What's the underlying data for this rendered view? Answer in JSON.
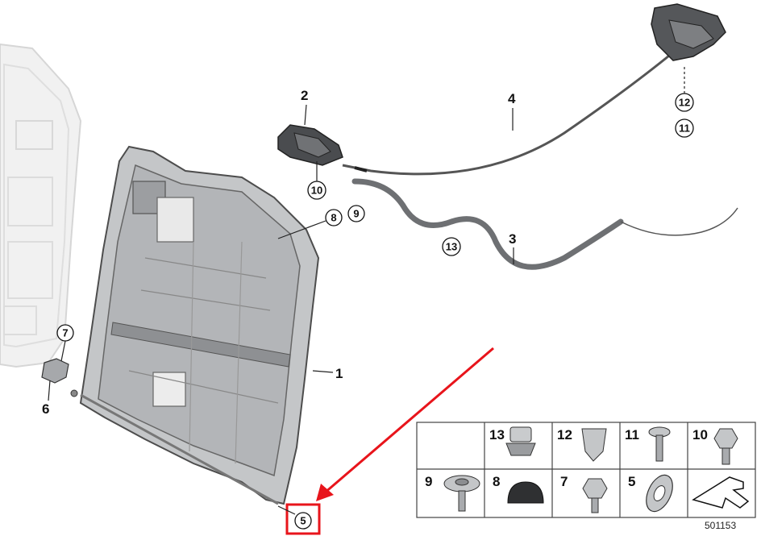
{
  "callouts": {
    "c1": "1",
    "c2": "2",
    "c3": "3",
    "c4": "4",
    "c5": "5",
    "c6": "6",
    "c7": "7",
    "c8": "8",
    "c9": "9",
    "c10": "10",
    "c11": "11",
    "c12": "12",
    "c13": "13"
  },
  "grid": {
    "g13": "13",
    "g12": "12",
    "g11": "11",
    "g10": "10",
    "g9": "9",
    "g8": "8",
    "g7": "7",
    "g5": "5"
  },
  "reference_number": "501153",
  "colors": {
    "highlight": "#e8141b",
    "ink": "#111111",
    "part_fill": "#bfc1c3",
    "part_stroke": "#555555",
    "ghost": "#e6e6e6"
  }
}
